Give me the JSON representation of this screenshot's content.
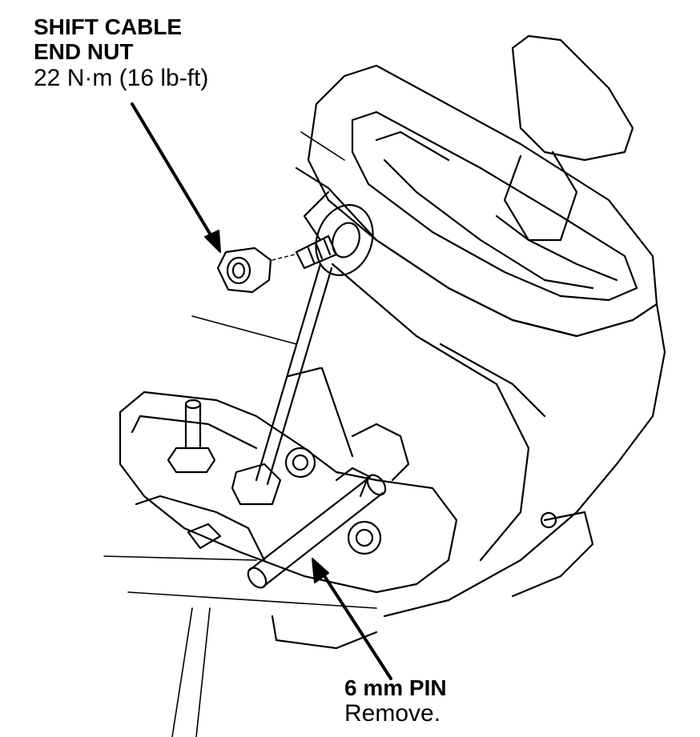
{
  "callouts": {
    "shift_cable_end_nut": {
      "line1": "SHIFT CABLE",
      "line2": "END NUT",
      "spec": "22 N·m (16 lb-ft)"
    },
    "pin": {
      "name": "6 mm PIN",
      "action": "Remove."
    }
  },
  "colors": {
    "ink": "#000000",
    "paper": "#ffffff"
  }
}
